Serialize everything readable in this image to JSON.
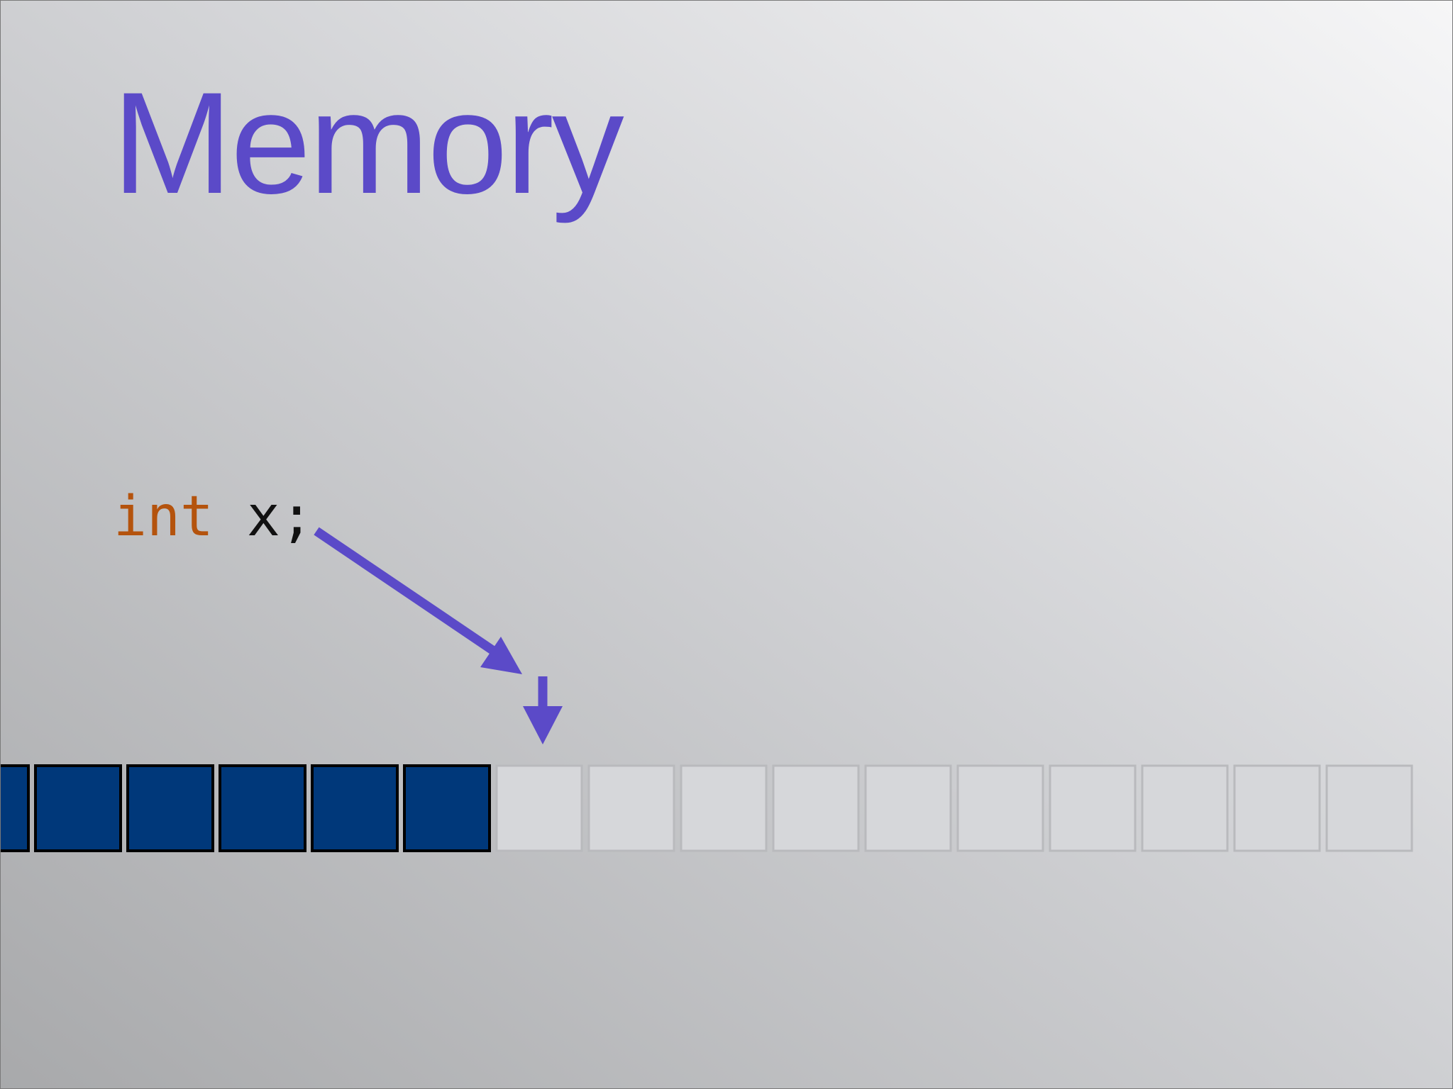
{
  "slide": {
    "title": "Memory",
    "code": {
      "keyword": "int",
      "rest": " x;"
    }
  },
  "memory_row": {
    "cells_total": 16,
    "filled_cells": 6
  },
  "colors": {
    "title": "#5b4ac8",
    "keyword": "#b4530d",
    "code_text": "#111111",
    "arrow": "#5b4ac8",
    "filled_cell": "#00387a",
    "filled_border": "#000000",
    "empty_cell": "#d6d7da",
    "empty_border": "#b9babd"
  }
}
